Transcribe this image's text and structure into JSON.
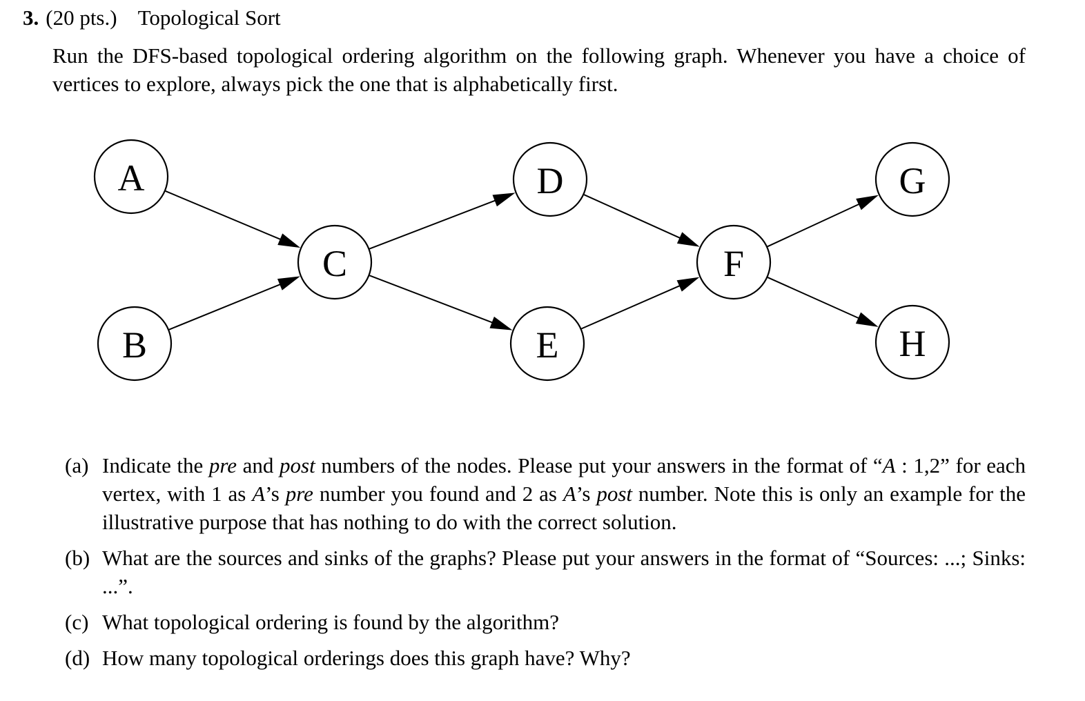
{
  "question": {
    "number": "3.",
    "points": "(20 pts.)",
    "title": "Topological Sort",
    "intro": "Run the DFS-based topological ordering algorithm on the following graph. Whenever you have a choice of vertices to explore, always pick the one that is alphabetically first."
  },
  "graph": {
    "nodes": [
      {
        "id": "A",
        "label": "A"
      },
      {
        "id": "B",
        "label": "B"
      },
      {
        "id": "C",
        "label": "C"
      },
      {
        "id": "D",
        "label": "D"
      },
      {
        "id": "E",
        "label": "E"
      },
      {
        "id": "F",
        "label": "F"
      },
      {
        "id": "G",
        "label": "G"
      },
      {
        "id": "H",
        "label": "H"
      }
    ],
    "edges": [
      {
        "from": "A",
        "to": "C"
      },
      {
        "from": "B",
        "to": "C"
      },
      {
        "from": "C",
        "to": "D"
      },
      {
        "from": "C",
        "to": "E"
      },
      {
        "from": "D",
        "to": "F"
      },
      {
        "from": "E",
        "to": "F"
      },
      {
        "from": "F",
        "to": "G"
      },
      {
        "from": "F",
        "to": "H"
      }
    ]
  },
  "parts": {
    "a": {
      "mark": "(a)",
      "t1": "Indicate the ",
      "pre": "pre",
      "t2": " and ",
      "post": "post",
      "t3": " numbers of the nodes. Please put your answers in the format of “",
      "ex_a": "A",
      "t4": " : 1,2” for each vertex, with 1 as ",
      "a_poss1": "A",
      "t5": "’s ",
      "pre2": "pre",
      "t6": " number you found and 2 as ",
      "a_poss2": "A",
      "t7": "’s ",
      "post2": "post",
      "t8": " number. Note this is only an example for the illustrative purpose that has nothing to do with the correct solution."
    },
    "b": {
      "mark": "(b)",
      "text": "What are the sources and sinks of the graphs? Please put your answers in the format of “Sources: ...; Sinks: ...”."
    },
    "c": {
      "mark": "(c)",
      "text": "What topological ordering is found by the algorithm?"
    },
    "d": {
      "mark": "(d)",
      "text": "How many topological orderings does this graph have? Why?"
    }
  }
}
